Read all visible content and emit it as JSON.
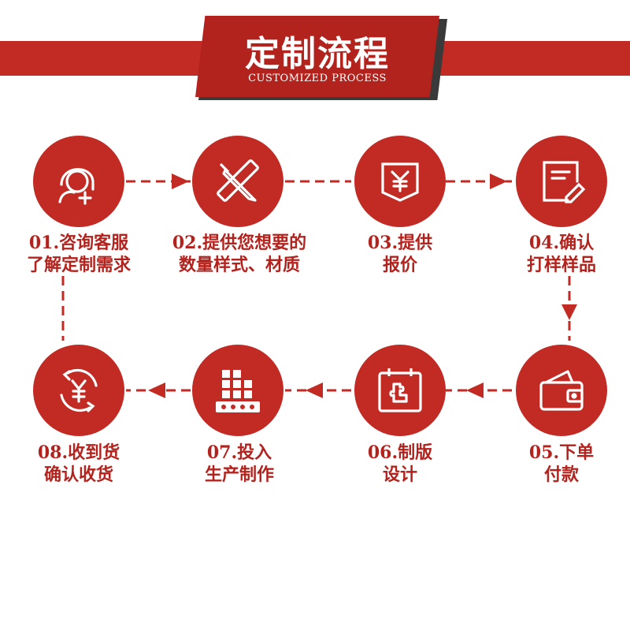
{
  "header": {
    "title": "定制流程",
    "subtitle": "CUSTOMIZED PROCESS"
  },
  "steps": [
    {
      "line1": "01.咨询客服",
      "line2": "了解定制需求",
      "icon": "customer-service-icon"
    },
    {
      "line1": "02.提供您想要的",
      "line2": "数量样式、材质",
      "icon": "ruler-pencil-icon"
    },
    {
      "line1": "03.提供",
      "line2": "报价",
      "icon": "price-quote-icon"
    },
    {
      "line1": "04.确认",
      "line2": "打样样品",
      "icon": "document-edit-icon"
    },
    {
      "line1": "05.下单",
      "line2": "付款",
      "icon": "wallet-icon"
    },
    {
      "line1": "06.制版",
      "line2": "设计",
      "icon": "design-calendar-icon"
    },
    {
      "line1": "07.投入",
      "line2": "生产制作",
      "icon": "production-line-icon"
    },
    {
      "line1": "08.收到货",
      "line2": "确认收货",
      "icon": "yuan-receive-icon"
    }
  ],
  "colors": {
    "accent": "#c22a24",
    "accent_dark": "#b3231e"
  }
}
